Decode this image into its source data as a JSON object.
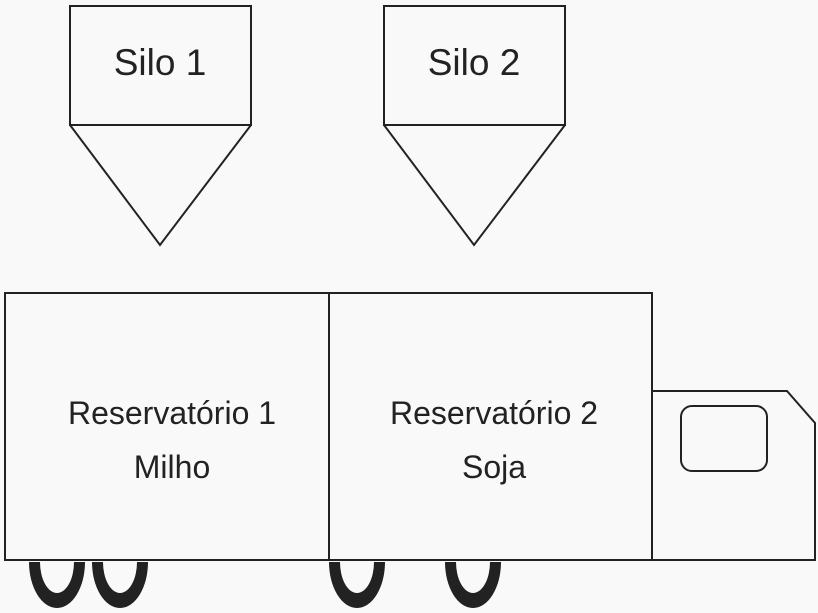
{
  "silos": [
    {
      "label": "Silo 1"
    },
    {
      "label": "Silo 2"
    }
  ],
  "reservoirs": [
    {
      "name": "Reservatório 1",
      "content": "Milho"
    },
    {
      "name": "Reservatório 2",
      "content": "Soja"
    }
  ],
  "colors": {
    "stroke": "#222222",
    "background": "#f9f9f9"
  }
}
